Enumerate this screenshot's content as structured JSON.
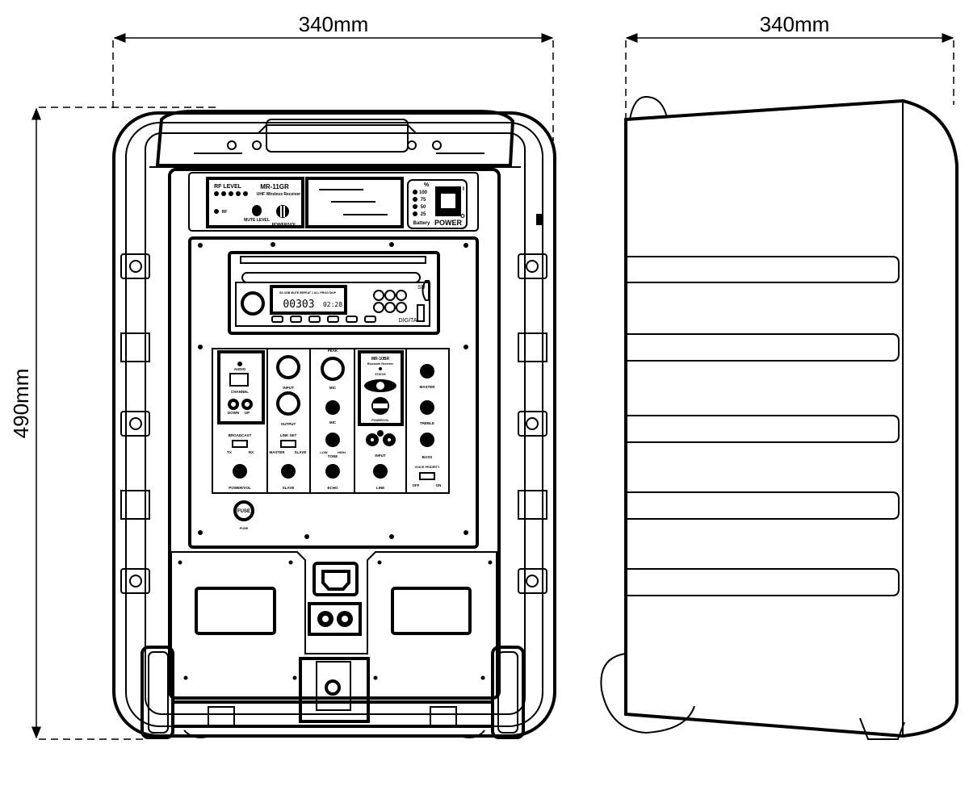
{
  "dimensions": {
    "front_width": "340mm",
    "side_depth": "340mm",
    "height": "490mm"
  },
  "top_panel": {
    "receiver_model": "MR-11GR",
    "receiver_subtitle": "UHF Wireless Receiver",
    "rf_level": "RF LEVEL",
    "rf": "RF",
    "mute_level": "MUTE LEVEL",
    "power_vol": "POWER/VOL",
    "battery_percent": "%",
    "battery_levels": [
      "100",
      "75",
      "50",
      "25"
    ],
    "battery": "Battery",
    "power": "POWER",
    "switch_on": "I",
    "switch_off": "O"
  },
  "cd_player": {
    "display_digits": "00303",
    "display_time": "02:28",
    "display_indicators": "SD USB MUTE REPEAT 1 ALL PROG SKIP",
    "brand": "DIGITAL",
    "sd_label": "SD"
  },
  "modules": {
    "wireless": {
      "audio": "AUDIO",
      "channel": "CHANNEL",
      "down": "DOWN",
      "up": "UP",
      "broadcast": "BROADCAST",
      "tx": "TX",
      "rx": "RX",
      "power_vol": "POWER/VOL"
    },
    "link": {
      "input": "INPUT",
      "output": "OUTPUT",
      "link_set": "LINK SET",
      "master": "MASTER",
      "slave": "SLAVE",
      "slave_knob": "SLAVE"
    },
    "mic": {
      "peak": "PEAK",
      "mic_jack": "MIC",
      "mic_knob": "MIC",
      "tone": "TONE",
      "low": "LOW",
      "high": "HIGH",
      "echo": "ECHO"
    },
    "bluetooth": {
      "model": "MR-10BR",
      "subtitle": "Bluetooth Receiver",
      "status": "STATUS",
      "power_vol": "POWER/VOL",
      "input": "INPUT",
      "line": "LINE"
    },
    "master": {
      "master": "MASTER",
      "treble": "TREBLE",
      "bass": "BASS",
      "voice_priority": "VOICE PRIORITY",
      "off": "OFF",
      "on": "ON"
    }
  },
  "fuse": {
    "label": "FUSE",
    "caption": "FUSE"
  }
}
